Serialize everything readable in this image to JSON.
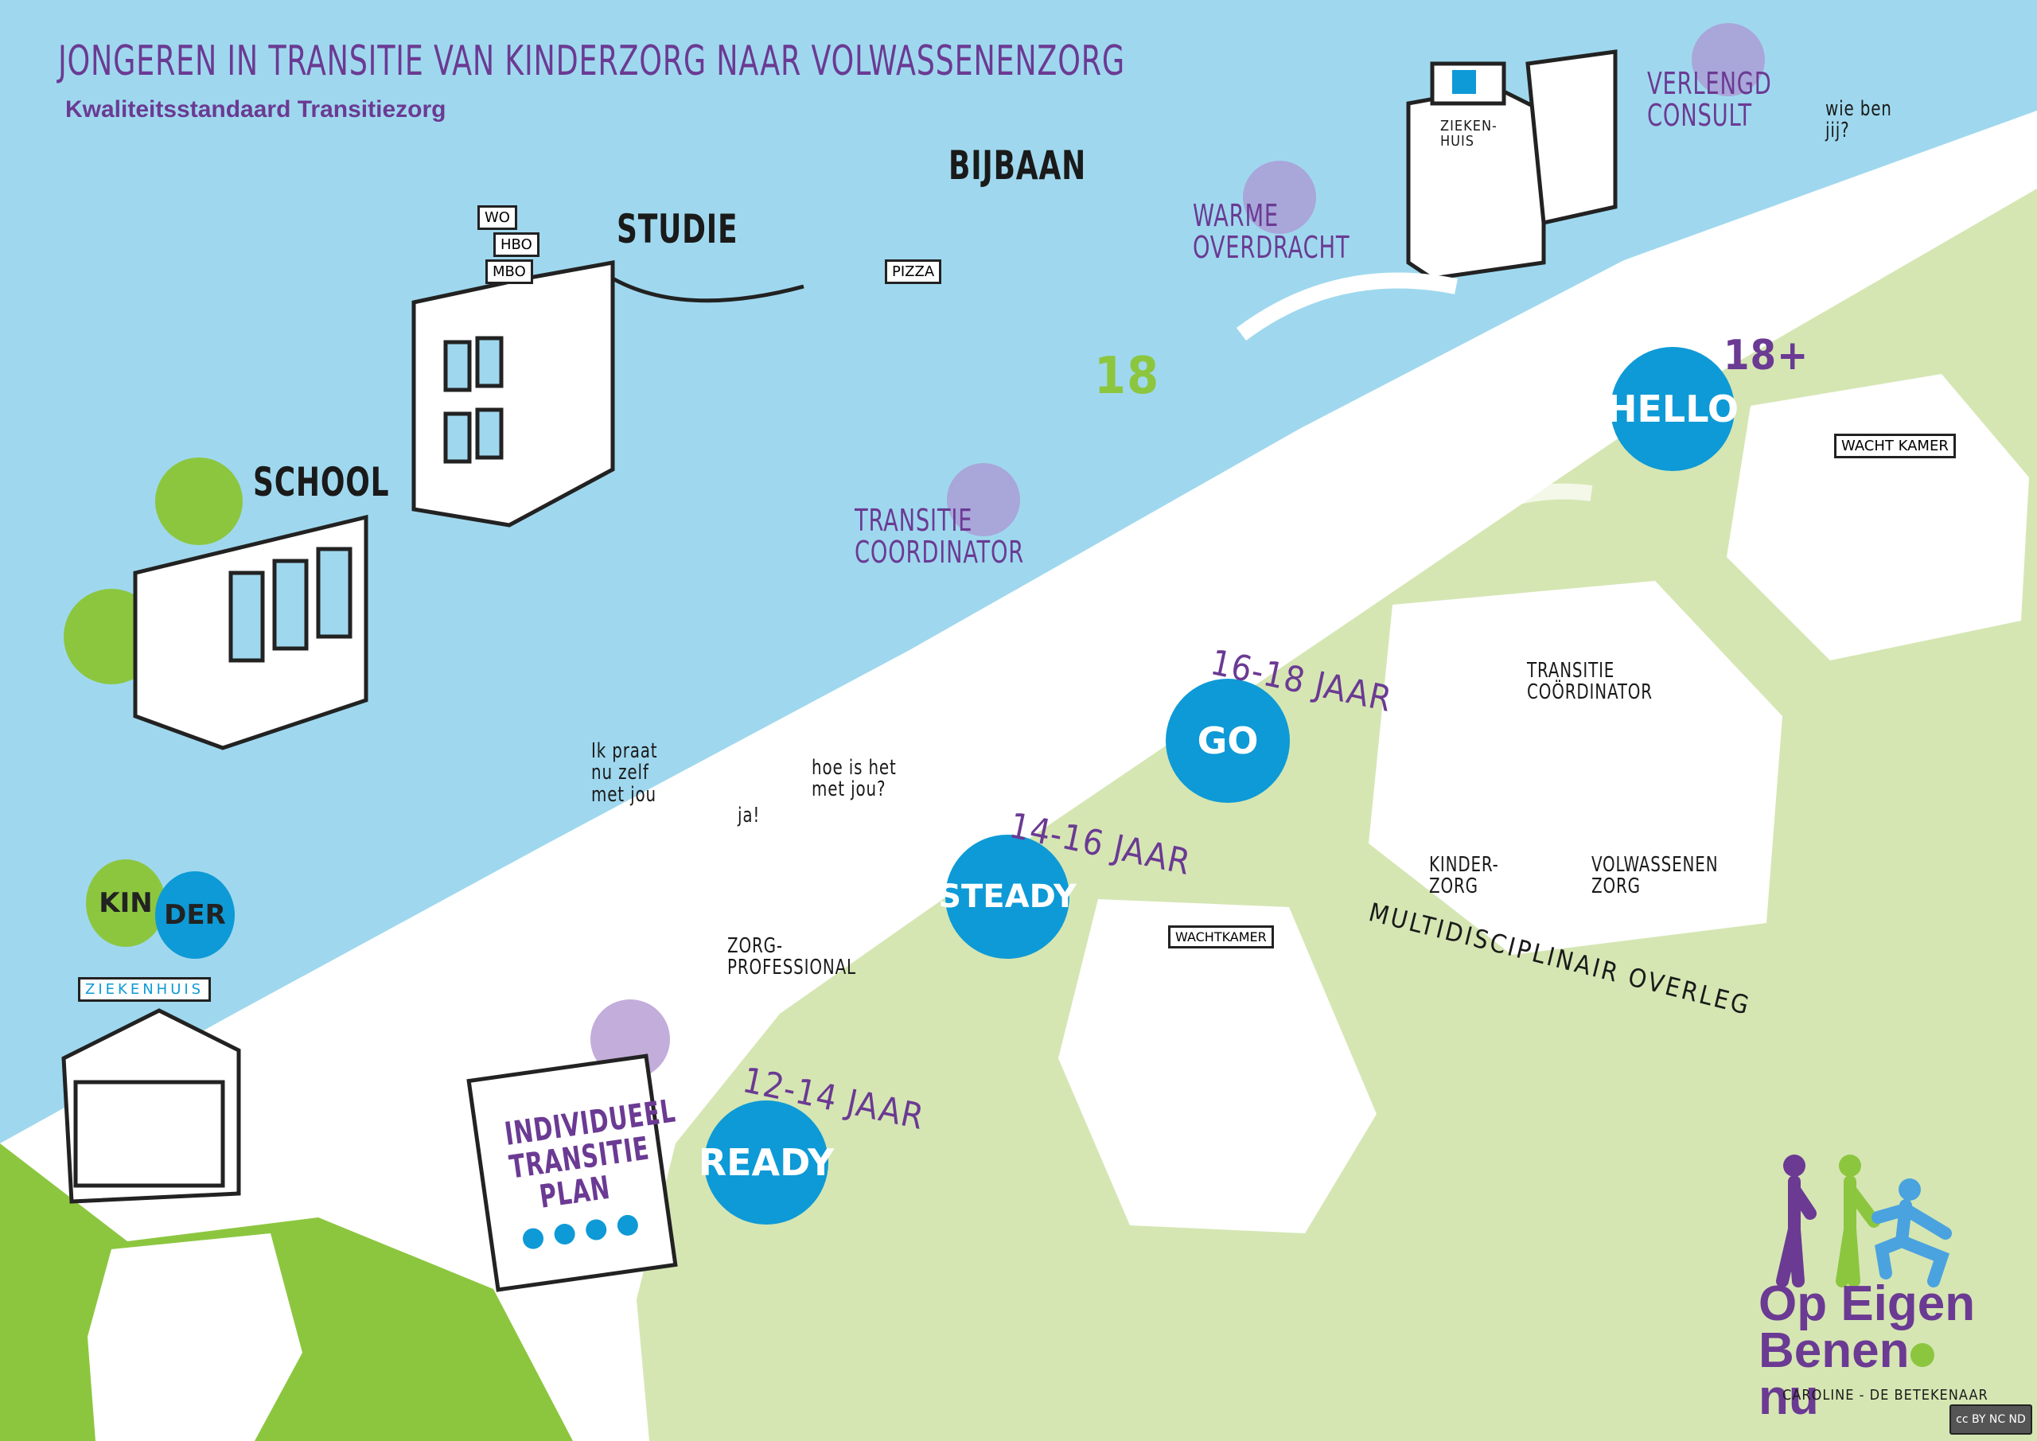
{
  "header": {
    "title": "JONGEREN IN TRANSITIE VAN KINDERZORG NAAR VOLWASSENENZORG",
    "subtitle": "Kwaliteitsstandaard Transitiezorg"
  },
  "colors": {
    "sky": "#9fd8ee",
    "road": "#ffffff",
    "light_green": "#d5e6b3",
    "dark_green": "#8cc63f",
    "stage_blue": "#0e9ad6",
    "purple": "#6b3a93",
    "highlight_circle": "#a9a6da"
  },
  "life_labels": {
    "school": "SCHOOL",
    "studie": "STUDIE",
    "bijbaan": "BIJBAAN",
    "books": [
      "WO",
      "HBO",
      "MBO"
    ],
    "pizza": "PIZZA",
    "cake_number": "18"
  },
  "care_labels": {
    "transitie_coordinator": "TRANSITIE\nCOORDINATOR",
    "warme_overdracht": "WARME\nOVERDRACHT",
    "verlengd_consult": "VERLENGD\nCONSULT",
    "wie_ben_jij": "wie ben\njij?",
    "ziekenhuis_building": "ZIEKEN-\nHUIS"
  },
  "stages": [
    {
      "label": "READY",
      "age": "12-14 JAAR"
    },
    {
      "label": "STEADY",
      "age": "14-16 JAAR"
    },
    {
      "label": "GO",
      "age": "16-18 JAAR"
    },
    {
      "label": "HELLO",
      "age": "18+"
    }
  ],
  "plan": {
    "label": "INDIVIDUEEL\nTRANSITIE\nPLAN"
  },
  "conversation": {
    "youth": "Ik praat\nnu zelf\nmet jou",
    "ja": "ja!",
    "professional_question": "hoe is het\nmet jou?",
    "professional_label": "ZORG-\nPROFESSIONAL"
  },
  "hospital": {
    "balloon_1": "KIN",
    "balloon_2": "DER",
    "sign": "ZIEKENHUIS"
  },
  "waiting_rooms": {
    "steady": "WACHTKAMER",
    "hello": "WACHT\nKAMER"
  },
  "meeting": {
    "coordinator": "TRANSITIE\nCOÖRDINATOR",
    "kinderzorg": "KINDER-\nZORG",
    "volwassenenzorg": "VOLWASSENEN\nZORG",
    "title": "MULTIDISCIPLINAIR OVERLEG"
  },
  "logo": {
    "line1": "Op Eigen",
    "line2a": "Benen",
    "line2b": "nu"
  },
  "credit": "CAROLINE - DE BETEKENAAR",
  "license": "cc BY NC ND"
}
